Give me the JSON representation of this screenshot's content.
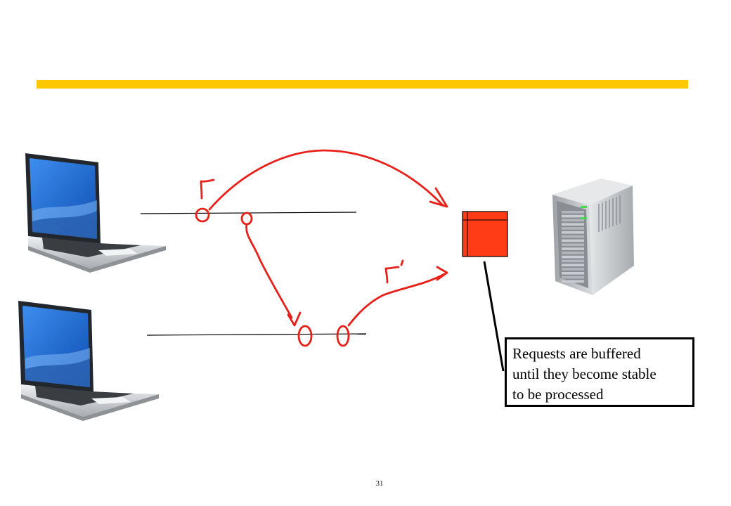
{
  "colors": {
    "title_bar": "#FFC800",
    "ink_red": "#E8201A",
    "buffer_fill": "#FF3C16",
    "screen_blue": "#1F6FD6",
    "laptop_body": "#D4D6D8",
    "server_body": "#B9BCC0"
  },
  "icons": {
    "client_top": "laptop-icon",
    "client_bottom": "laptop-icon",
    "server": "server-tower-icon",
    "buffer": "red-square-buffer"
  },
  "annotations": {
    "request_label_1": "r",
    "request_label_2": "r'"
  },
  "callout": {
    "lines": [
      "Requests are buffered",
      "until they become stable",
      "to be processed"
    ]
  },
  "page_number": "31"
}
